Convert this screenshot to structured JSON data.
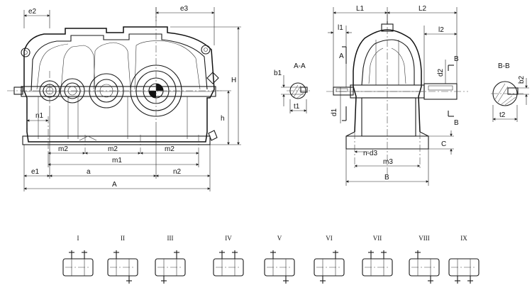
{
  "front_view": {
    "labels": {
      "e2": "e2",
      "e3": "e3",
      "H": "H",
      "h": "h",
      "n1": "n1",
      "m2_left": "m2",
      "m2_mid": "m2",
      "m2_right": "m2",
      "m1": "m1",
      "e1": "e1",
      "a": "a",
      "n2": "n2",
      "A": "A"
    }
  },
  "side_view": {
    "labels": {
      "L1": "L1",
      "L2": "L2",
      "l1": "l1",
      "l2": "l2",
      "A": "A",
      "B_top": "B",
      "B_bottom": "B",
      "d1": "d1",
      "d2": "d2",
      "n_d3": "n-d3",
      "m3": "m3",
      "B": "B",
      "C": "C"
    }
  },
  "section_aa": {
    "title": "A-A",
    "b1": "b1",
    "t1": "t1"
  },
  "section_bb": {
    "title": "B-B",
    "b2": "b2",
    "t2": "t2"
  },
  "assembly_forms": [
    "I",
    "II",
    "III",
    "IV",
    "V",
    "VI",
    "VII",
    "VIII",
    "IX"
  ]
}
